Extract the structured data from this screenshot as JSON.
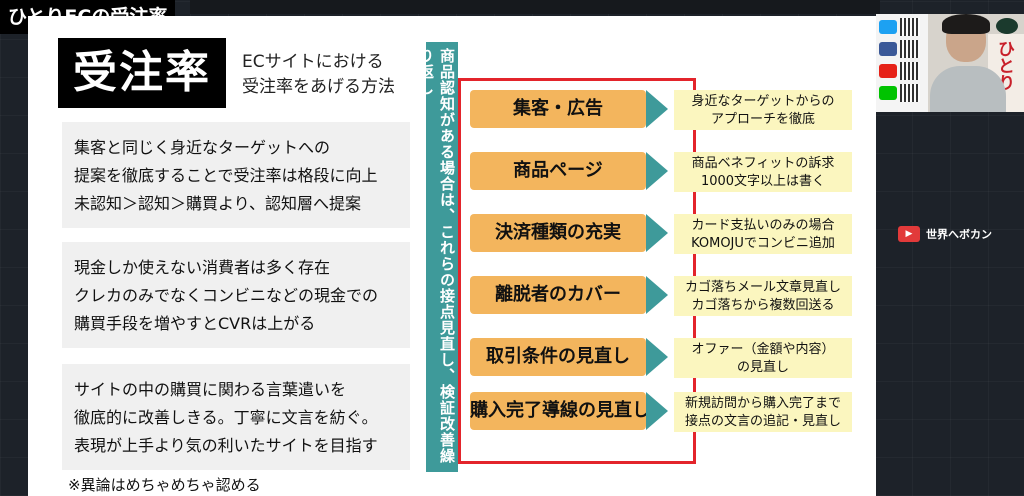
{
  "video_title": "ひとりECの受注率",
  "slide": {
    "title": "受注率",
    "subtitle": [
      "ECサイトにおける",
      "受注率をあげる方法"
    ],
    "notes": [
      [
        "集客と同じく身近なターゲットへの",
        "提案を徹底することで受注率は格段に向上",
        "未認知＞認知＞購買より、認知層へ提案"
      ],
      [
        "現金しか使えない消費者は多く存在",
        "クレカのみでなくコンビニなどの現金での",
        "購買手段を増やすとCVRは上がる"
      ],
      [
        "サイトの中の購買に関わる言葉遣いを",
        "徹底的に改善しきる。丁寧に文言を紡ぐ。",
        "表現が上手より気の利いたサイトを目指す"
      ]
    ],
    "footnote": "※異論はめちゃめちゃ認める",
    "vertical_banner": "商品認知がある場合は、これらの接点見直し、検証改善繰り返し",
    "steps": [
      {
        "label": "集客・広告",
        "desc": [
          "身近なターゲットからの",
          "アプローチを徹底"
        ]
      },
      {
        "label": "商品ページ",
        "desc": [
          "商品ベネフィットの訴求",
          "1000文字以上は書く"
        ]
      },
      {
        "label": "決済種類の充実",
        "desc": [
          "カード支払いのみの場合",
          "KOMOJUでコンビニ追加"
        ]
      },
      {
        "label": "離脱者のカバー",
        "desc": [
          "カゴ落ちメール文章見直し",
          "カゴ落ちから複数回送る"
        ]
      },
      {
        "label": "取引条件の見直し",
        "desc": [
          "オファー（金額や内容）",
          "の見直し"
        ]
      },
      {
        "label": "購入完了導線の見直し",
        "desc": [
          "新規訪問から購入完了まで",
          "接点の文言の追記・見直し"
        ]
      }
    ]
  },
  "webcam": {
    "book_text": "ひとり"
  },
  "brand": {
    "label": "世界へボカン"
  },
  "colors": {
    "accent_teal": "#3e9a9a",
    "step_orange": "#f3b55d",
    "desc_yellow": "#fbf6bf",
    "frame_red": "#e3242b"
  }
}
